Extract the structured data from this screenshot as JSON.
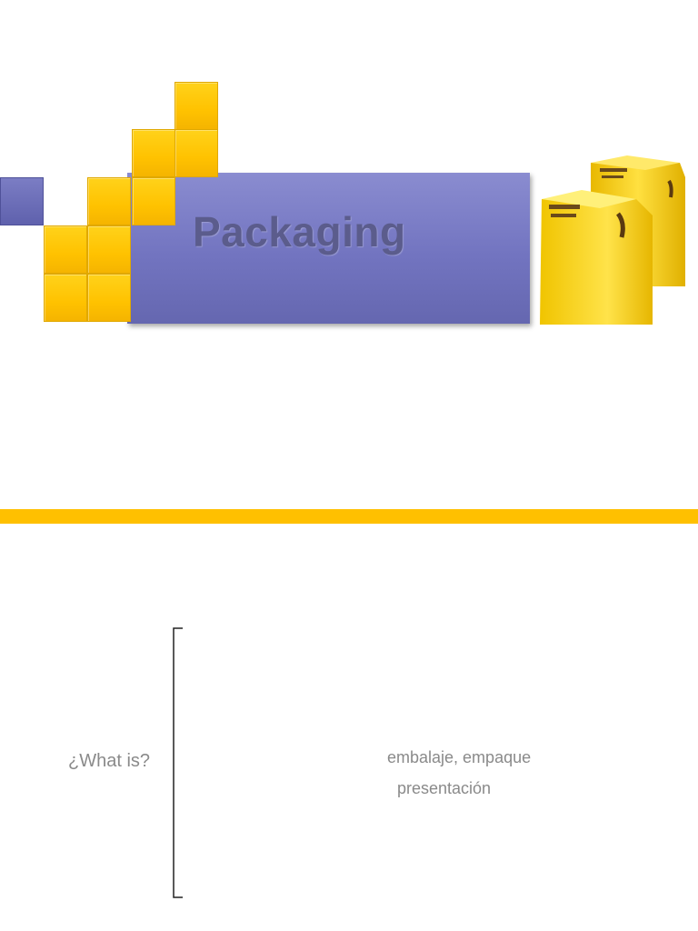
{
  "slide1": {
    "title": "Packaging",
    "image_description": "banana-style-yellow-juice-cartons"
  },
  "slide2": {
    "question": "¿What is?",
    "definitions": [
      "embalaje, empaque",
      "presentación"
    ]
  },
  "colors": {
    "accent_yellow": "#ffc000",
    "banner_purple": "#7678c2",
    "title_text": "#5b5c8c",
    "body_text": "#8a8a8a"
  }
}
